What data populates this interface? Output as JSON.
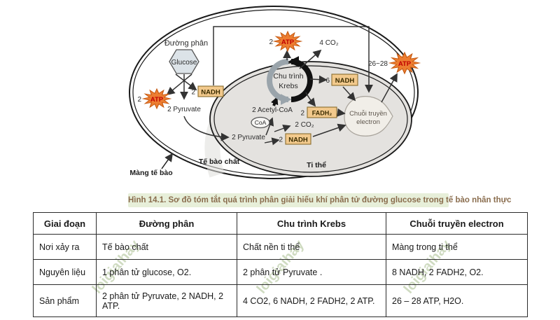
{
  "caption": {
    "text": "Hình 14.1. Sơ đồ tóm tắt quá trình phân giải hiếu khí phân tử đường glucose trong tế bào nhân thực"
  },
  "watermark": {
    "text": "loigiaihay"
  },
  "diagram": {
    "glycolysis_label": "Đường phân",
    "glucose": "Glucose",
    "pyruvate_cytoplasm": "2 Pyruvate",
    "glyco_atp_count": "2",
    "glyco_atp": "ATP",
    "glyco_nadh_count": "2",
    "glyco_nadh": "NADH",
    "krebs_title_line1": "Chu trình",
    "krebs_title_line2": "Krebs",
    "krebs_atp_count": "2",
    "krebs_atp": "ATP",
    "krebs_co2": "4 CO₂",
    "krebs_nadh_count": "6",
    "krebs_nadh": "NADH",
    "krebs_fadh2_count": "2",
    "krebs_fadh2": "FADH₂",
    "acetyl_coa": "2 Acetyl-CoA",
    "coa": "CoA",
    "link_co2": "2 CO₂",
    "link_nadh_count": "2",
    "link_nadh": "NADH",
    "pyruvate_mito": "2 Pyruvate",
    "etc_line1": "Chuỗi truyền",
    "etc_line2": "electron",
    "etc_atp_count": "26~28",
    "etc_atp": "ATP",
    "membrane_label": "Màng tế bào",
    "cytoplasm_label": "Tế bào chất",
    "mitochondrion_label": "Ti thể"
  },
  "table": {
    "headers": [
      "Giai đoạn",
      "Đường phân",
      "Chu trình Krebs",
      "Chuỗi truyền electron"
    ],
    "rows": [
      {
        "label": "Nơi xảy ra",
        "cells": [
          "Tế bào chất",
          "Chất nền ti thể",
          "Màng trong ti thể"
        ]
      },
      {
        "label": "Nguyên liệu",
        "cells": [
          "1 phân tử glucose, O2.",
          "2 phân tử Pyruvate .",
          "8 NADH, 2 FADH2, O2."
        ]
      },
      {
        "label": "Sản phẩm",
        "cells": [
          "2 phân tử Pyruvate, 2 NADH, 2 ATP.",
          "4 CO2, 6 NADH, 2 FADH2, 2 ATP.",
          "26 – 28 ATP, H2O."
        ]
      }
    ]
  },
  "colors": {
    "atp_star": "#ED7D31",
    "atp_star_edge": "#C55A11",
    "atp_text": "#C00000",
    "cofactor_box": "#F2C98C",
    "cofactor_border": "#8A6D2E",
    "caption_bg": "#E7EFD9",
    "caption_text": "#8A6D4E",
    "mito_fill": "#E4E2DF",
    "krebs_gray": "#9AA4AB",
    "watermark": "#A9BE90"
  }
}
